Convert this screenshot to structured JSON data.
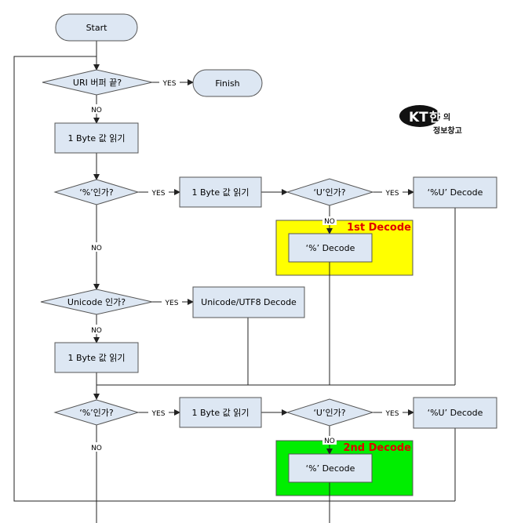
{
  "nodes": {
    "start": "Start",
    "uri_end": "URI 버퍼 끝?",
    "finish": "Finish",
    "read1": "1 Byte 값 읽기",
    "pct1": "‘%’인가?",
    "read2": "1 Byte 값 읽기",
    "u1": "‘U’인가?",
    "pctu1": "‘%U’ Decode",
    "pctdec1": "‘%’ Decode",
    "unicode_q": "Unicode 인가?",
    "utf8": "Unicode/UTF8  Decode",
    "read3": "1 Byte 값 읽기",
    "pct2": "‘%’인가?",
    "read4": "1 Byte 값 읽기",
    "u2": "‘U’인가?",
    "pctu2": "‘%U’ Decode",
    "pctdec2": "‘%’ Decode"
  },
  "regions": {
    "first": {
      "label": "1st Decode",
      "color": "#ffff00"
    },
    "second": {
      "label": "2nd Decode",
      "color": "#00ee00"
    }
  },
  "edges": {
    "yes": "YES",
    "no": "NO"
  },
  "logo": {
    "kt": "KT",
    "han": "한",
    "ui": "의",
    "sub": "정보창고"
  },
  "colors": {
    "box_fill": "#dde7f3",
    "stroke": "#555555"
  }
}
